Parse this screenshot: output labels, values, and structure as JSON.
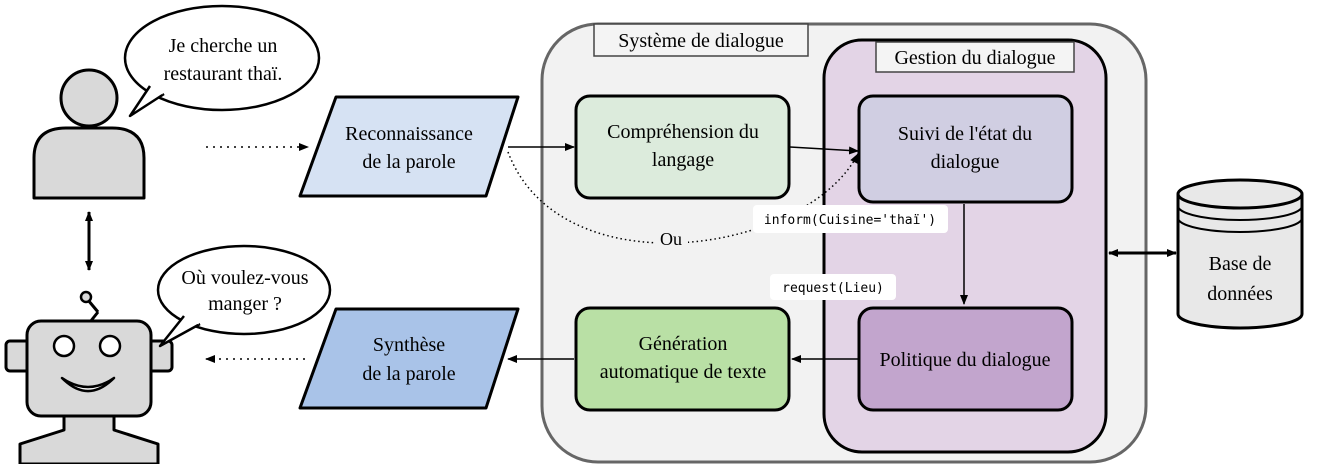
{
  "system_title": "Système de dialogue",
  "manager_title": "Gestion du dialogue",
  "user_bubble": {
    "line1": "Je cherche un",
    "line2": "restaurant thaï."
  },
  "bot_bubble": {
    "line1": "Où voulez-vous",
    "line2": "manger ?"
  },
  "asr": {
    "line1": "Reconnaissance",
    "line2": "de la parole"
  },
  "tts": {
    "line1": "Synthèse",
    "line2": "de la parole"
  },
  "nlu": {
    "line1": "Compréhension du",
    "line2": "langage"
  },
  "nlg": {
    "line1": "Génération",
    "line2": "automatique de texte"
  },
  "dst": {
    "line1": "Suivi de l'état du",
    "line2": "dialogue"
  },
  "policy": {
    "line1": "Politique du dialogue"
  },
  "database": {
    "line1": "Base de",
    "line2": "données"
  },
  "inform_label": "inform(Cuisine='thaï')",
  "request_label": "request(Lieu)",
  "or_label": "Ou",
  "colors": {
    "system_fill": "#f2f2f2",
    "manager_fill": "#e3d4e6",
    "asr_fill": "#d6e2f3",
    "tts_fill": "#a9c3e8",
    "nlu_fill": "#dcebdc",
    "nlg_fill": "#b9e0a5",
    "dst_fill": "#d0cee2",
    "policy_fill": "#c2a5cd",
    "icon_fill": "#d9d9d9"
  }
}
